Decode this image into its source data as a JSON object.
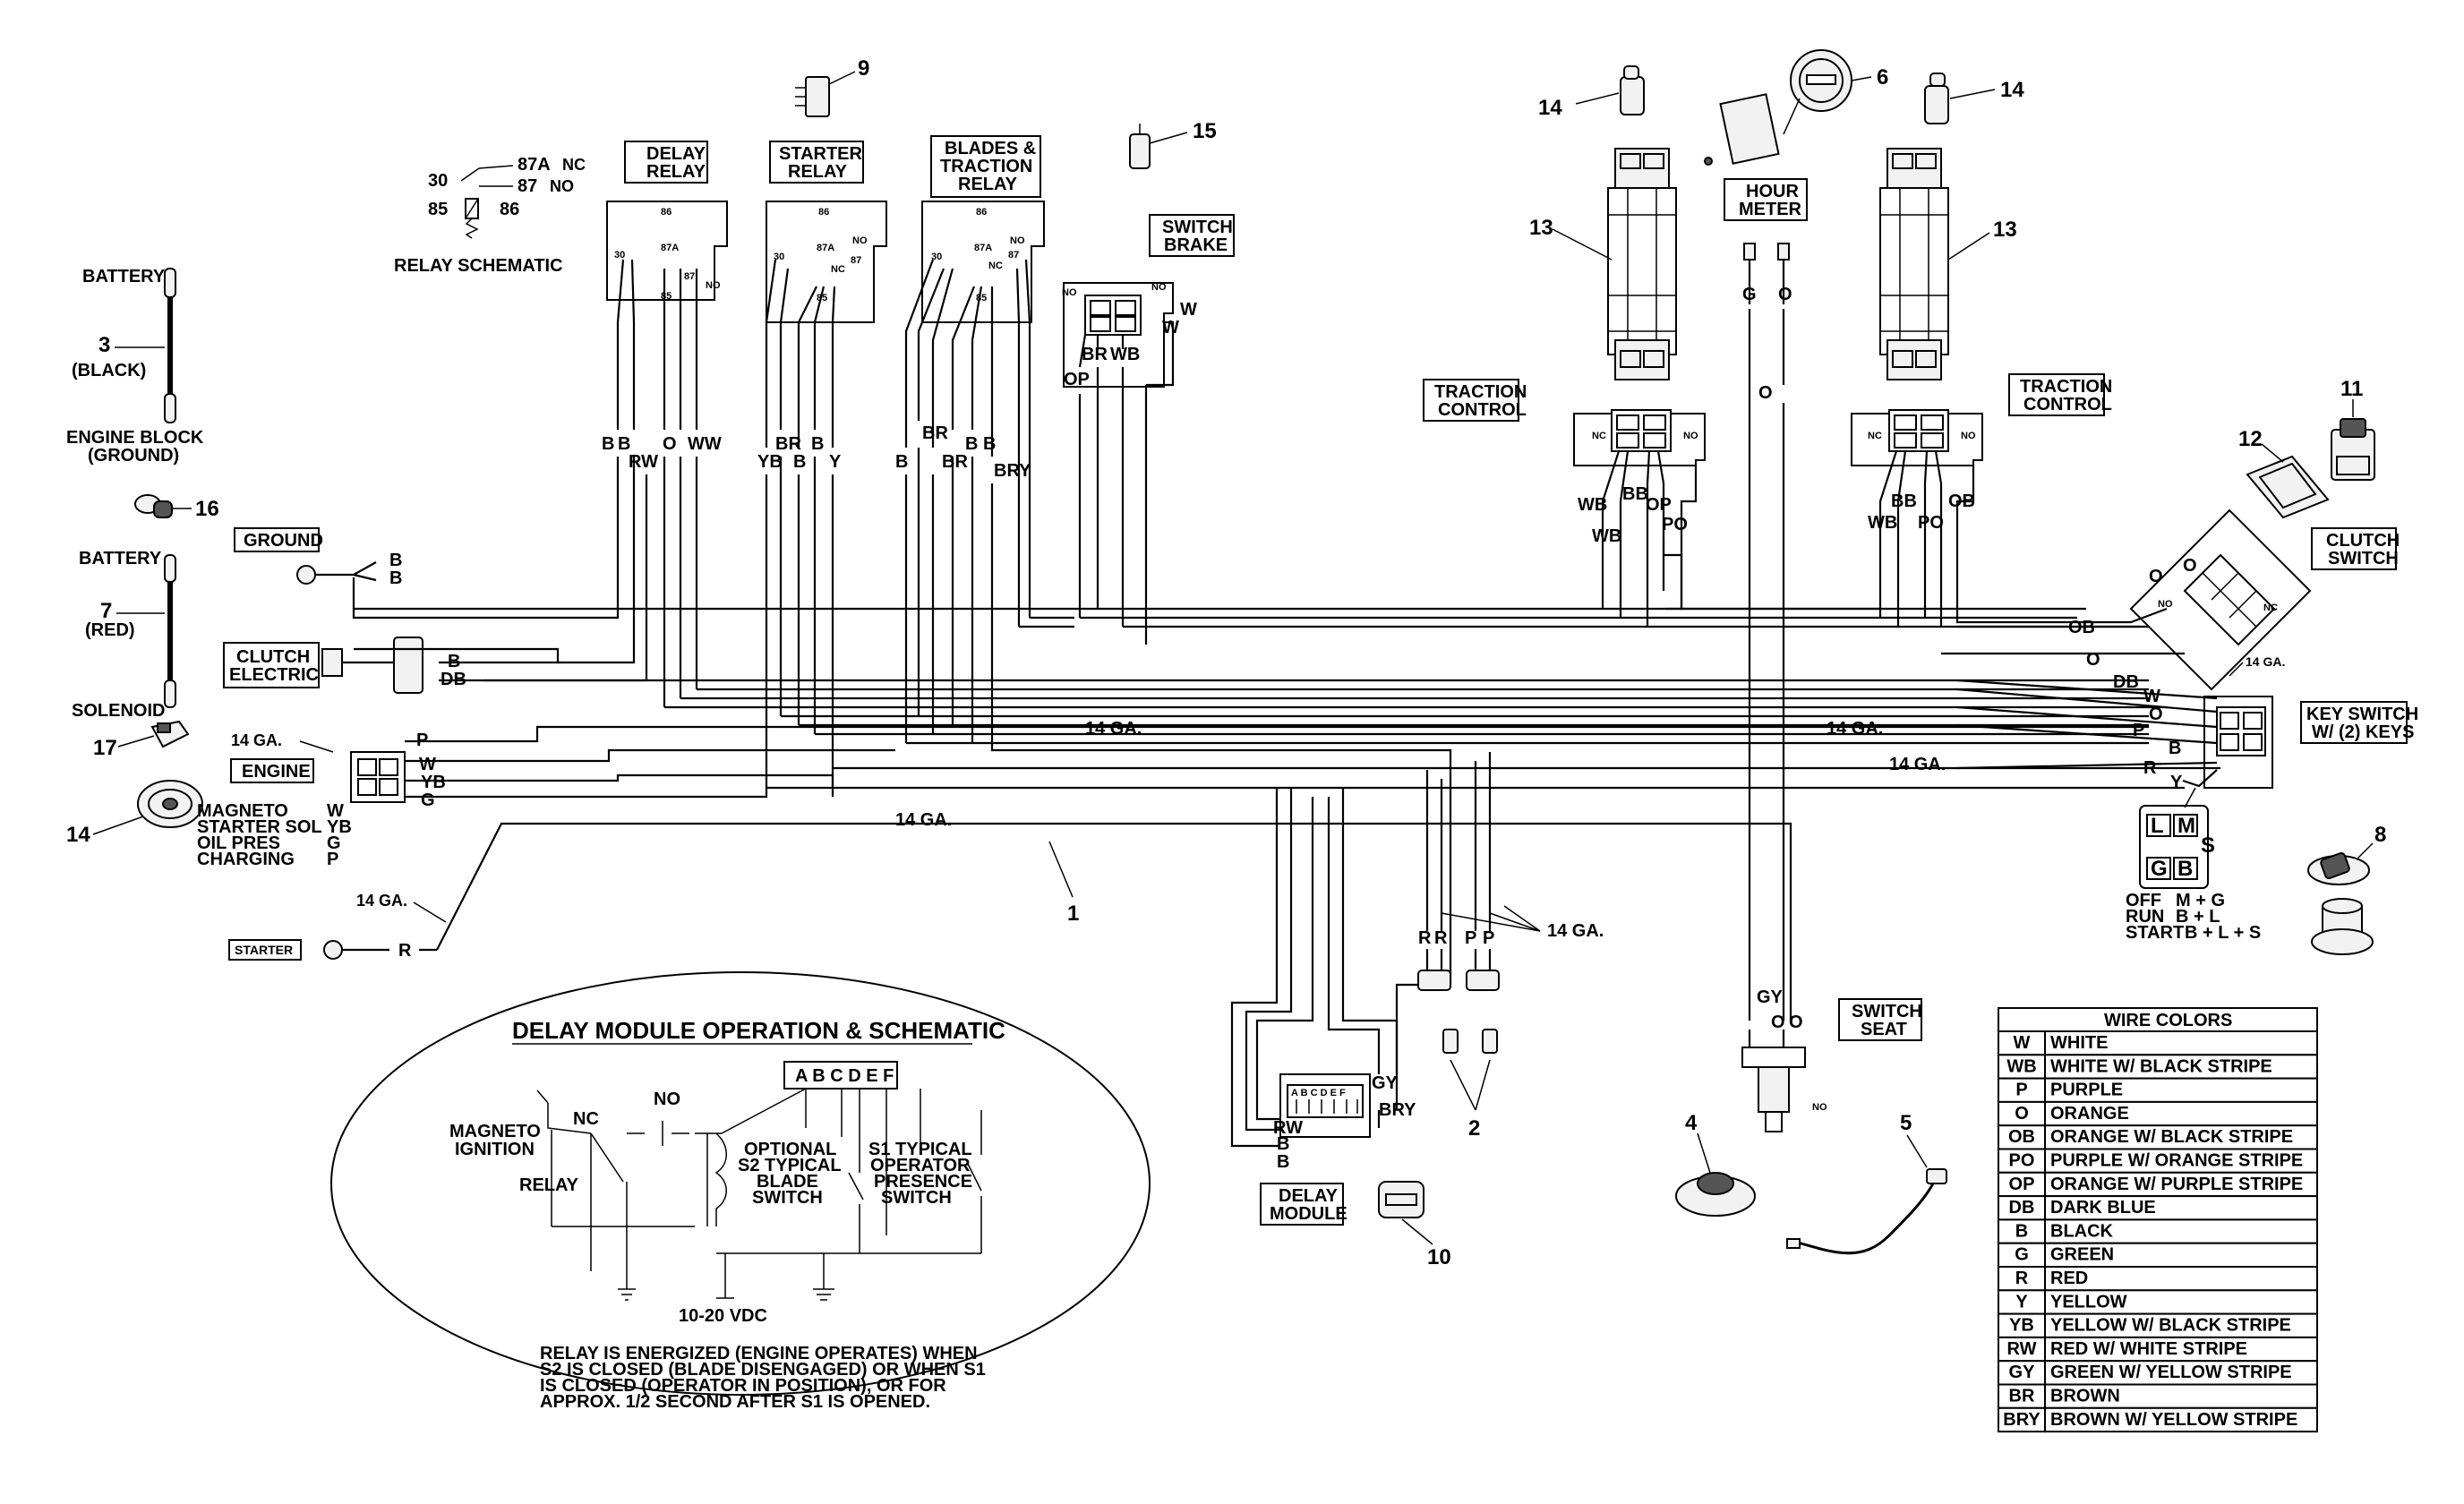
{
  "relay_schematic": {
    "pin30": "30",
    "pin87a": "87A",
    "nc": "NC",
    "pin87": "87",
    "no": "NO",
    "pin85": "85",
    "pin86": "86",
    "title": "RELAY SCHEMATIC"
  },
  "relays": [
    {
      "title_lines": [
        "DELAY",
        "RELAY"
      ],
      "wires": [
        "B",
        "B",
        "RW",
        "O",
        "WW"
      ]
    },
    {
      "title_lines": [
        "STARTER",
        "RELAY"
      ],
      "wires": [
        "YB",
        "B",
        "BR",
        "B",
        "Y"
      ]
    },
    {
      "title_lines": [
        "BLADES &",
        "TRACTION",
        "RELAY"
      ],
      "wires": [
        "B",
        "BR",
        "BR",
        "B",
        "B",
        "BRY"
      ]
    }
  ],
  "relay_pins": {
    "p86": "86",
    "p30": "30",
    "p87a": "87A",
    "p87": "87",
    "nc": "NC",
    "no": "NO",
    "p85": "85"
  },
  "switch_brake": {
    "title_lines": [
      "SWITCH",
      "BRAKE"
    ],
    "no1": "NO",
    "no2": "NO",
    "w1": "W",
    "w2": "W",
    "op": "OP",
    "br": "BR",
    "wb": "WB"
  },
  "callouts": {
    "c1": "1",
    "c2": "2",
    "c3": "3",
    "c4": "4",
    "c5": "5",
    "c6": "6",
    "c7": "7",
    "c8": "8",
    "c9": "9",
    "c10": "10",
    "c11": "11",
    "c12": "12",
    "c13a": "13",
    "c13b": "13",
    "c14a": "14",
    "c14b": "14",
    "c14c": "14",
    "c15": "15",
    "c16": "16",
    "c17": "17"
  },
  "battery_black": {
    "top": "BATTERY",
    "callout_text": "(BLACK)",
    "bottom1": "ENGINE BLOCK",
    "bottom2": "(GROUND)"
  },
  "battery_red": {
    "top": "BATTERY",
    "callout_text": "(RED)",
    "bottom": "SOLENOID"
  },
  "labels": {
    "ground": "GROUND",
    "clutch_electric_1": "CLUTCH",
    "clutch_electric_2": "ELECTRIC",
    "engine": "ENGINE",
    "starter": "STARTER",
    "hour_meter_1": "HOUR",
    "hour_meter_2": "METER",
    "traction_control_1": "TRACTION",
    "traction_control_2": "CONTROL",
    "clutch_switch_1": "CLUTCH",
    "clutch_switch_2": "SWITCH",
    "key_switch_1": "KEY SWITCH",
    "key_switch_2": "W/ (2) KEYS",
    "switch_seat_1": "SWITCH",
    "switch_seat_2": "SEAT",
    "delay_module_1": "DELAY",
    "delay_module_2": "MODULE",
    "gauge14": "14 GA."
  },
  "engine_legend": [
    {
      "name": "MAGNETO",
      "wire": "W"
    },
    {
      "name": "STARTER SOL",
      "wire": "YB"
    },
    {
      "name": "OIL PRES",
      "wire": "G"
    },
    {
      "name": "CHARGING",
      "wire": "P"
    }
  ],
  "wire_labels": {
    "B": "B",
    "DB": "DB",
    "P": "P",
    "W": "W",
    "YB": "YB",
    "G": "G",
    "R": "R",
    "O": "O",
    "OB": "OB",
    "Y": "Y",
    "WB": "WB",
    "BB": "BB",
    "OP": "OP",
    "PO": "PO",
    "GY": "GY",
    "RW": "RW",
    "BRY": "BRY",
    "NC": "NC",
    "NO": "NO"
  },
  "key_switch_states": [
    {
      "state": "OFF",
      "contacts": "M + G"
    },
    {
      "state": "RUN",
      "contacts": "B + L"
    },
    {
      "state": "START",
      "contacts": "B + L + S"
    }
  ],
  "key_terminals": {
    "L": "L",
    "M": "M",
    "S": "S",
    "G": "G",
    "B": "B"
  },
  "delay_module_letters": "A B C D E F",
  "delay_module_operation": {
    "title": "DELAY MODULE OPERATION & SCHEMATIC",
    "letters": "A B C D E F",
    "magneto_1": "MAGNETO",
    "magneto_2": "IGNITION",
    "nc": "NC",
    "no": "NO",
    "relay": "RELAY",
    "s2_lines": [
      "OPTIONAL",
      "S2 TYPICAL",
      "BLADE",
      "SWITCH"
    ],
    "s1_lines": [
      "S1 TYPICAL",
      "OPERATOR",
      "PRESENCE",
      "SWITCH"
    ],
    "voltage": "10-20 VDC",
    "note_lines": [
      "RELAY IS ENERGIZED (ENGINE OPERATES) WHEN",
      "S2 IS CLOSED (BLADE DISENGAGED) OR WHEN S1",
      "IS CLOSED (OPERATOR IN POSITION), OR FOR",
      "APPROX. 1/2 SECOND AFTER S1 IS OPENED."
    ]
  },
  "wire_colors": {
    "title": "WIRE COLORS",
    "rows": [
      {
        "code": "W",
        "name": "WHITE"
      },
      {
        "code": "WB",
        "name": "WHITE W/ BLACK STRIPE"
      },
      {
        "code": "P",
        "name": "PURPLE"
      },
      {
        "code": "O",
        "name": "ORANGE"
      },
      {
        "code": "OB",
        "name": "ORANGE W/ BLACK STRIPE"
      },
      {
        "code": "PO",
        "name": "PURPLE W/ ORANGE STRIPE"
      },
      {
        "code": "OP",
        "name": "ORANGE W/ PURPLE STRIPE"
      },
      {
        "code": "DB",
        "name": "DARK BLUE"
      },
      {
        "code": "B",
        "name": "BLACK"
      },
      {
        "code": "G",
        "name": "GREEN"
      },
      {
        "code": "R",
        "name": "RED"
      },
      {
        "code": "Y",
        "name": "YELLOW"
      },
      {
        "code": "YB",
        "name": "YELLOW W/ BLACK STRIPE"
      },
      {
        "code": "RW",
        "name": "RED W/ WHITE STRIPE"
      },
      {
        "code": "GY",
        "name": "GREEN W/ YELLOW STRIPE"
      },
      {
        "code": "BR",
        "name": "BROWN"
      },
      {
        "code": "BRY",
        "name": "BROWN W/ YELLOW STRIPE"
      }
    ]
  }
}
